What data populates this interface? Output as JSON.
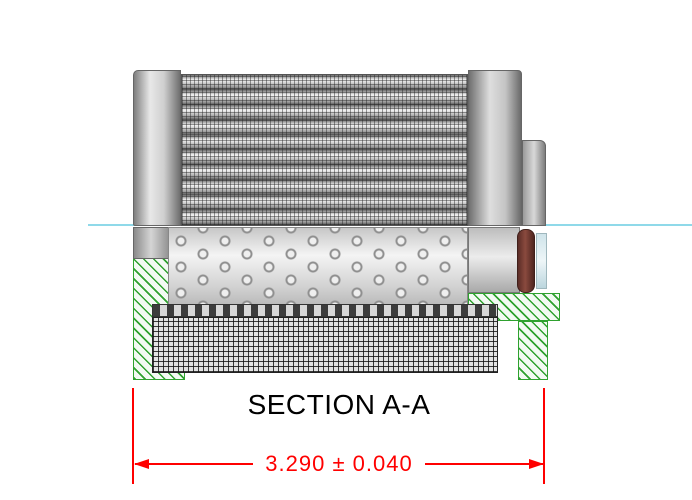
{
  "drawing": {
    "section_label": "SECTION A-A",
    "dimension_label": "3.290 ± 0.040",
    "colors": {
      "dimension": "#ff0000",
      "hatch": "#2fa12f",
      "centerline": "#8fd9e9",
      "seal": "#6e3a31"
    },
    "parts": {
      "pleated_media": "pleated filter media",
      "left_end_cap": "left end cap",
      "right_end_cap": "right end cap",
      "outlet_fitting": "outlet fitting",
      "perforated_core": "perforated core tube",
      "seal": "o-ring seal",
      "wire_mesh": "outer wire mesh wrap",
      "section_hatch": "end cap section hatching"
    }
  }
}
